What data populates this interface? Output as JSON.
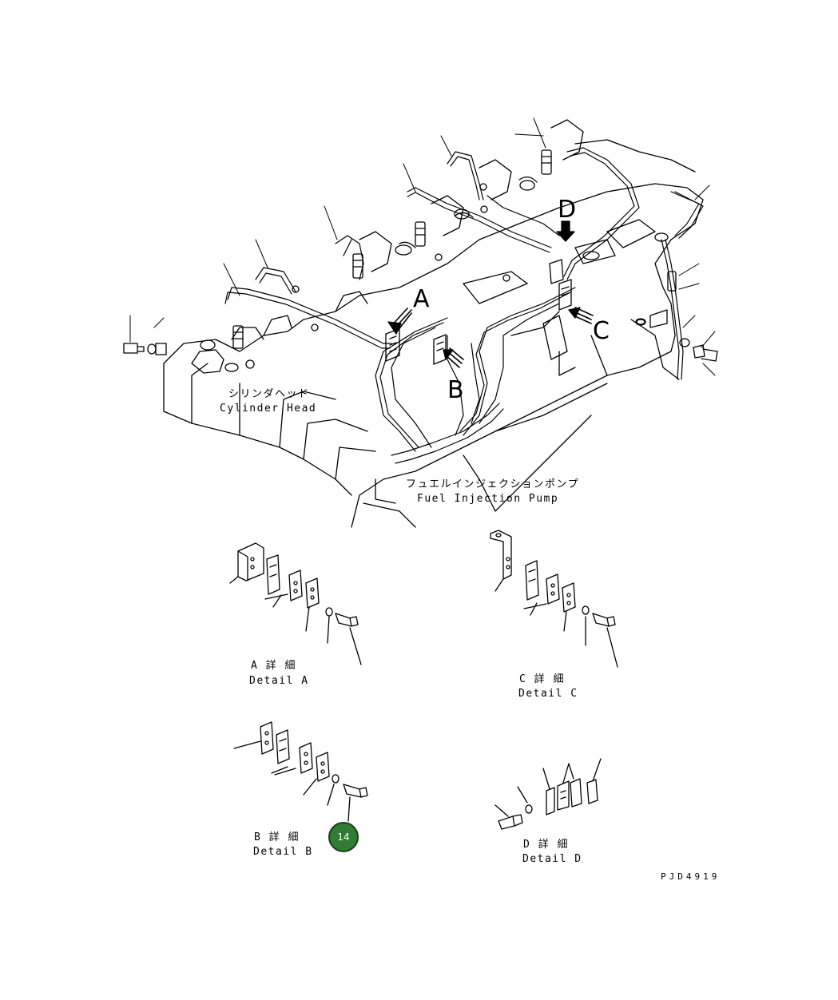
{
  "labels": {
    "cylinder_head_jp": "シリンダヘッド",
    "cylinder_head_en": "Cylinder Head",
    "pump_jp": "フュエルインジェクションポンプ",
    "pump_en": "Fuel Injection Pump",
    "detail_a_jp": "A 詳 細",
    "detail_a_en": "Detail A",
    "detail_b_jp": "B 詳 細",
    "detail_b_en": "Detail B",
    "detail_c_jp": "C 詳 細",
    "detail_c_en": "Detail C",
    "detail_d_jp": "D 詳 細",
    "detail_d_en": "Detail D",
    "drawing_number": "PJD4919"
  },
  "view_letters": {
    "a": "A",
    "b": "B",
    "c": "C",
    "d": "D"
  },
  "callout": {
    "number": "14",
    "color": "#2e7d32"
  }
}
